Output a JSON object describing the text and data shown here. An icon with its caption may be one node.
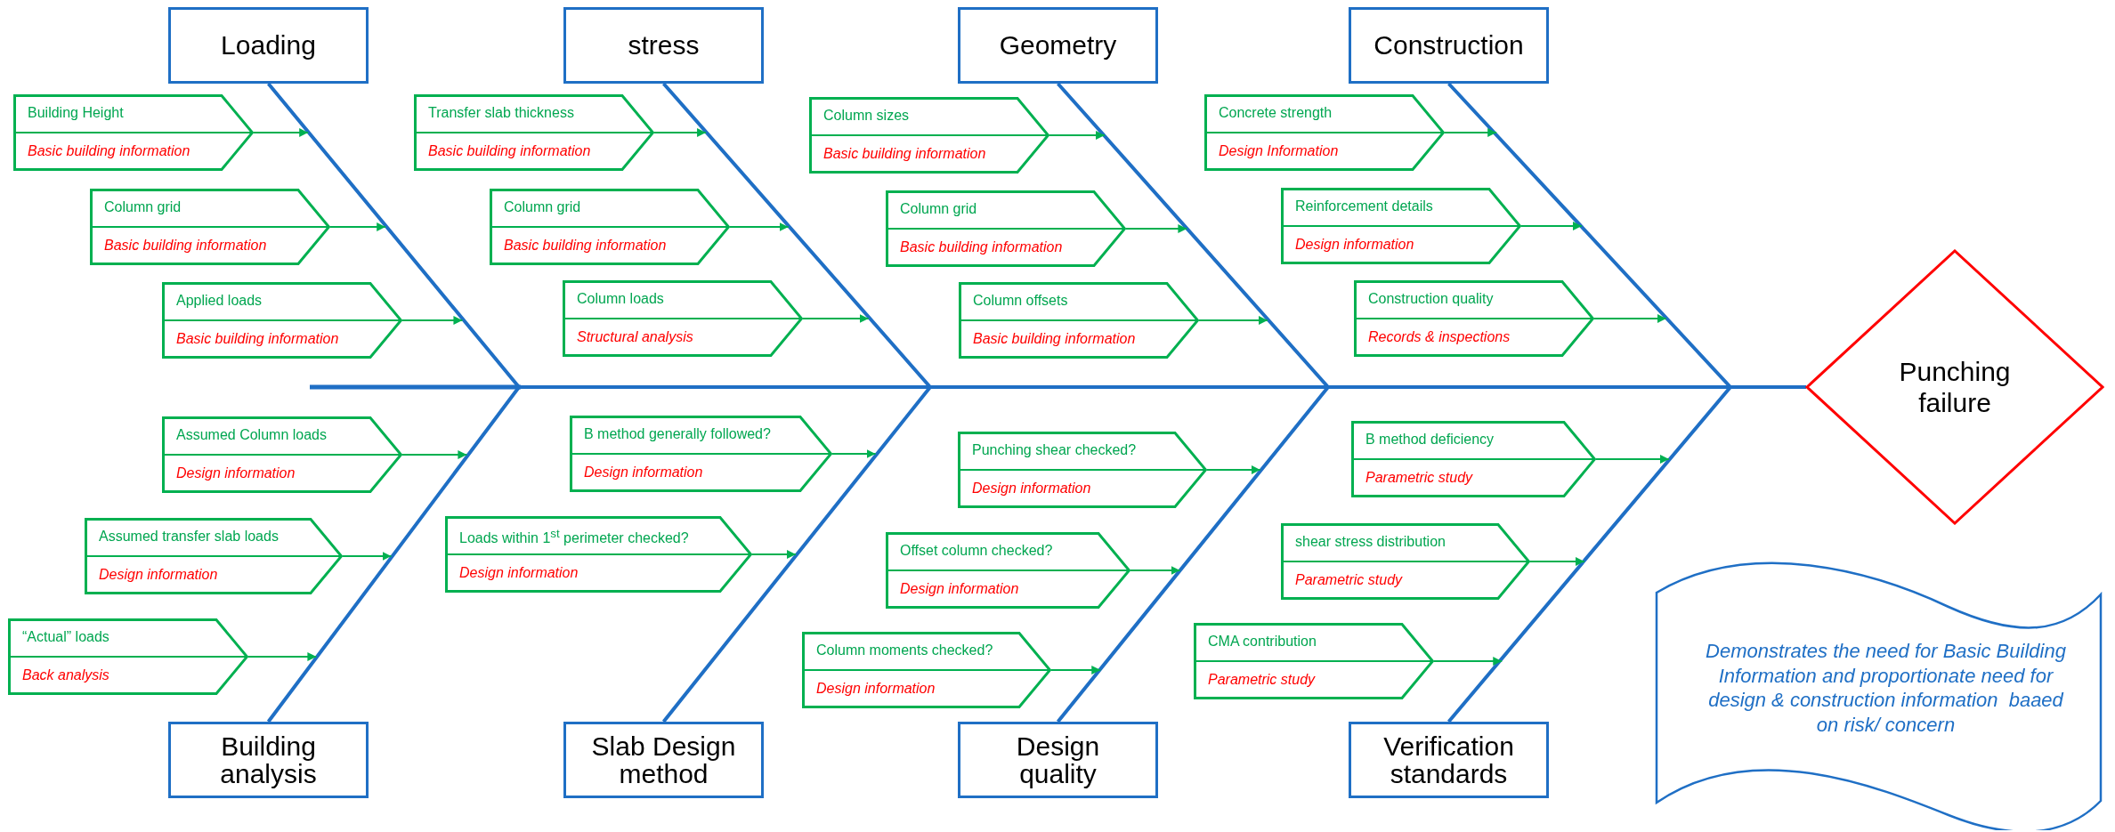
{
  "diagram": {
    "nodes": [
      {
        "text": [
          "Loading"
        ]
      },
      {
        "text": [
          "stress"
        ]
      },
      {
        "text": [
          "Geometry"
        ]
      },
      {
        "text": [
          "Construction"
        ]
      },
      {
        "text": [
          "Building Height",
          "Basic building information"
        ]
      },
      {
        "text": [
          "Column grid",
          "Basic building information"
        ]
      },
      {
        "text": [
          "Applied loads",
          "Basic building information"
        ]
      },
      {
        "text": [
          "Transfer slab thickness",
          "Basic building information"
        ]
      },
      {
        "text": [
          "Column grid",
          "Basic building information"
        ]
      },
      {
        "text": [
          "Column loads",
          "Structural analysis"
        ]
      },
      {
        "text": [
          "Column sizes",
          "Basic building information"
        ]
      },
      {
        "text": [
          "Column grid",
          "Basic building information"
        ]
      },
      {
        "text": [
          "Column offsets",
          "Basic building information"
        ]
      },
      {
        "text": [
          "Concrete strength",
          "Design Information"
        ]
      },
      {
        "text": [
          "Reinforcement details",
          "Design information"
        ]
      },
      {
        "text": [
          "Construction quality",
          "Records & inspections"
        ]
      },
      {
        "text": [
          "Assumed Column loads",
          "Design information"
        ]
      },
      {
        "text": [
          "Assumed transfer slab loads",
          "Design information"
        ]
      },
      {
        "text": [
          "“Actual” loads",
          "Back analysis"
        ]
      },
      {
        "text": [
          "B method generally followed?",
          "Design information"
        ]
      },
      {
        "text": [
          "Loads within 1$^{st}$ perimeter checked?",
          "Design information"
        ]
      },
      {
        "text": [
          "Punching shear checked?",
          "Design information"
        ]
      },
      {
        "text": [
          "Offset column checked?",
          "Design information"
        ]
      },
      {
        "text": [
          "Column moments checked?",
          "Design information"
        ]
      },
      {
        "text": [
          "B method deficiency",
          "Parametric study"
        ]
      },
      {
        "text": [
          "shear stress distribution",
          "Parametric study"
        ]
      },
      {
        "text": [
          "CMA contribution",
          "Parametric study"
        ]
      },
      {
        "text": [
          "Building analysis"
        ]
      },
      {
        "text": [
          "Slab Design method"
        ]
      },
      {
        "text": [
          "Design quality"
        ]
      },
      {
        "text": [
          "Verification standards"
        ]
      },
      {
        "text": [
          "Punching failure"
        ]
      },
      {
        "text": [
          "Demonstrates the need for Basic Building Information and proportionate need for  design & construction information  baaed on risk/ concern"
        ]
      }
    ],
    "edges": [
      {
        "from": 0,
        "to": 31,
        "arrow": "none",
        "color": "#1f6fc5"
      },
      {
        "from": 1,
        "to": 31,
        "arrow": "none",
        "color": "#1f6fc5"
      },
      {
        "from": 2,
        "to": 31,
        "arrow": "none",
        "color": "#1f6fc5"
      },
      {
        "from": 3,
        "to": 31,
        "arrow": "none",
        "color": "#1f6fc5"
      },
      {
        "from": 27,
        "to": 31,
        "arrow": "none",
        "color": "#1f6fc5"
      },
      {
        "from": 28,
        "to": 31,
        "arrow": "none",
        "color": "#1f6fc5"
      },
      {
        "from": 29,
        "to": 31,
        "arrow": "none",
        "color": "#1f6fc5"
      },
      {
        "from": 30,
        "to": 31,
        "arrow": "none",
        "color": "#1f6fc5"
      },
      {
        "from": 4,
        "to": 0,
        "arrow": "to"
      },
      {
        "from": 5,
        "to": null,
        "arrow": "to"
      },
      {
        "from": 6,
        "to": null,
        "arrow": "to"
      },
      {
        "from": 7,
        "to": 1,
        "arrow": "to"
      },
      {
        "from": 8,
        "to": null,
        "arrow": "to"
      },
      {
        "from": 9,
        "to": null,
        "arrow": "to"
      },
      {
        "from": 10,
        "to": 2,
        "arrow": "to"
      },
      {
        "from": 11,
        "to": null,
        "arrow": "to"
      },
      {
        "from": 12,
        "to": null,
        "arrow": "to"
      },
      {
        "from": 13,
        "to": 3,
        "arrow": "to"
      },
      {
        "from": 14,
        "to": null,
        "arrow": "to"
      },
      {
        "from": 15,
        "to": null,
        "arrow": "to"
      },
      {
        "from": 16,
        "to": null,
        "arrow": "to"
      },
      {
        "from": 17,
        "to": null,
        "arrow": "to"
      },
      {
        "from": 18,
        "to": null,
        "arrow": "to"
      },
      {
        "from": 19,
        "to": null,
        "arrow": "to"
      },
      {
        "from": 20,
        "to": null,
        "arrow": "to"
      },
      {
        "from": 21,
        "to": null,
        "arrow": "to"
      },
      {
        "from": 22,
        "to": null,
        "arrow": "to"
      },
      {
        "from": 23,
        "to": 29,
        "arrow": "to"
      },
      {
        "from": 24,
        "to": null,
        "arrow": "to"
      },
      {
        "from": 25,
        "to": null,
        "arrow": "to"
      },
      {
        "from": 26,
        "to": null,
        "arrow": "to"
      }
    ]
  }
}
